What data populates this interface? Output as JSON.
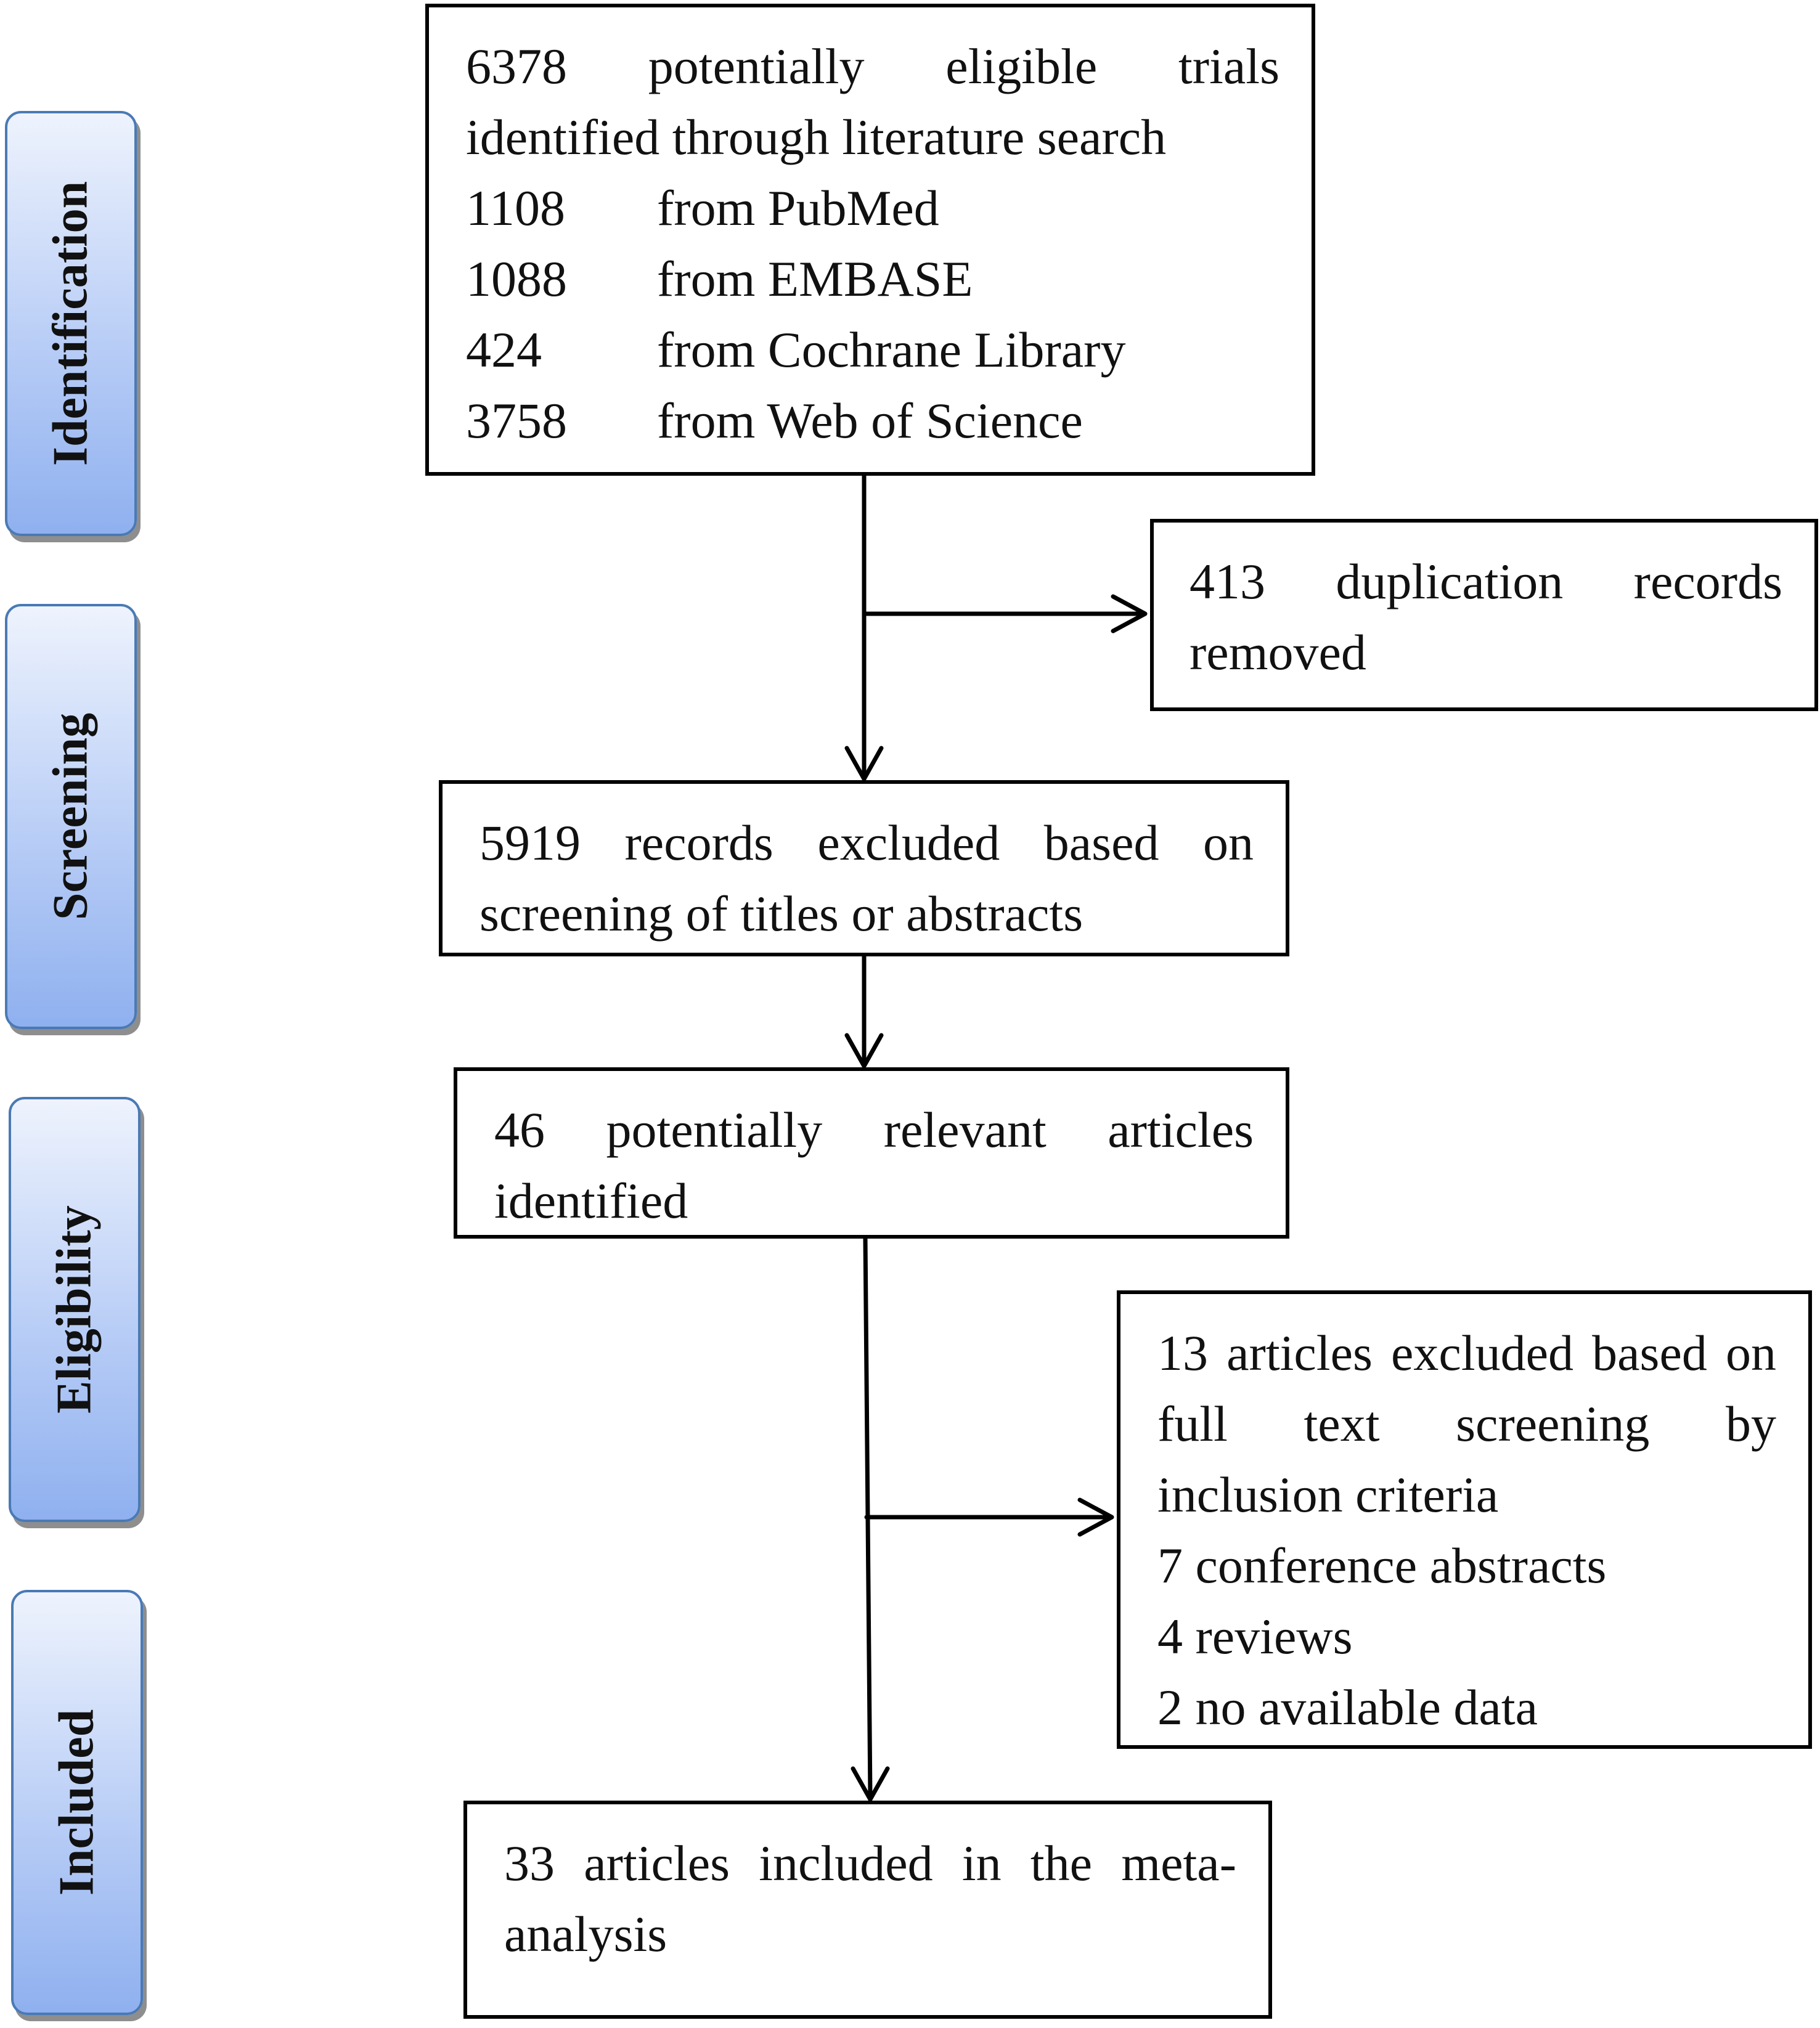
{
  "stages": [
    {
      "id": "identification",
      "label": "Identification"
    },
    {
      "id": "screening",
      "label": "Screening"
    },
    {
      "id": "eligibility",
      "label": "Eligibility"
    },
    {
      "id": "included",
      "label": "Included"
    }
  ],
  "identification_box": {
    "summary": "6378 potentially eligible trials identified through literature search",
    "sources": [
      {
        "count": "1108",
        "source": "from PubMed"
      },
      {
        "count": "1088",
        "source": "from EMBASE"
      },
      {
        "count": "424",
        "source": "from Cochrane Library"
      },
      {
        "count": "3758",
        "source": "from Web of Science"
      }
    ]
  },
  "duplicates_box": {
    "text": "413 duplication records removed"
  },
  "screening_box": {
    "text": "5919 records excluded based on screening of titles or abstracts"
  },
  "eligibility_box": {
    "text": "46 potentially relevant articles identified"
  },
  "exclusion_box": {
    "text": "13 articles excluded based on full text screening by inclusion criteria",
    "reasons": [
      "7 conference abstracts",
      "4 reviews",
      "2 no available data"
    ]
  },
  "included_box": {
    "text": "33 articles included in the meta-analysis"
  }
}
